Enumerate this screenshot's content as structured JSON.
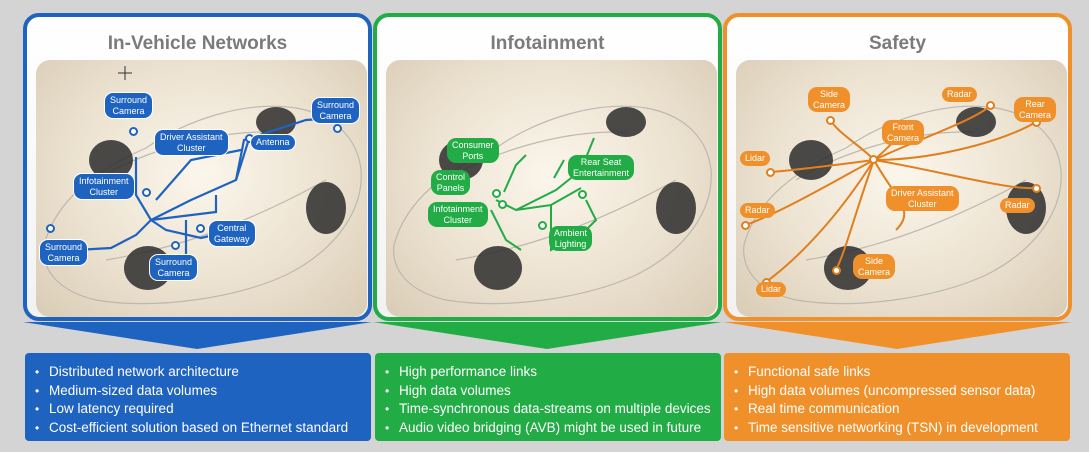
{
  "colors": {
    "blue": "#1f63c0",
    "green": "#22ac45",
    "orange": "#f0902a",
    "background": "#d4d4d4"
  },
  "panels": [
    {
      "title": "In-Vehicle Networks",
      "labels": [
        "Surround\nCamera",
        "Surround\nCamera",
        "Driver Assistant\nCluster",
        "Antenna",
        "Infotainment\nCluster",
        "Central\nGateway",
        "Surround\nCamera",
        "Surround\nCamera"
      ],
      "bullets": [
        "Distributed network architecture",
        "Medium-sized data volumes",
        "Low latency required",
        "Cost-efficient solution based on Ethernet standard"
      ]
    },
    {
      "title": "Infotainment",
      "labels": [
        "Consumer\nPorts",
        "Control\nPanels",
        "Infotainment\nCluster",
        "Rear Seat\nEntertainment",
        "Ambient\nLighting"
      ],
      "bullets": [
        "High performance links",
        "High data volumes",
        "Time-synchronous data-streams on multiple devices",
        "Audio video bridging (AVB) might be used in future"
      ]
    },
    {
      "title": "Safety",
      "labels": [
        "Side\nCamera",
        "Radar",
        "Rear\nCamera",
        "Front\nCamera",
        "Lidar",
        "Driver Assistant\nCluster",
        "Radar",
        "Radar",
        "Side\nCamera",
        "Lidar"
      ],
      "bullets": [
        "Functional safe links",
        "High data volumes (uncompressed sensor data)",
        "Real time communication",
        "Time sensitive networking (TSN) in development"
      ]
    }
  ]
}
